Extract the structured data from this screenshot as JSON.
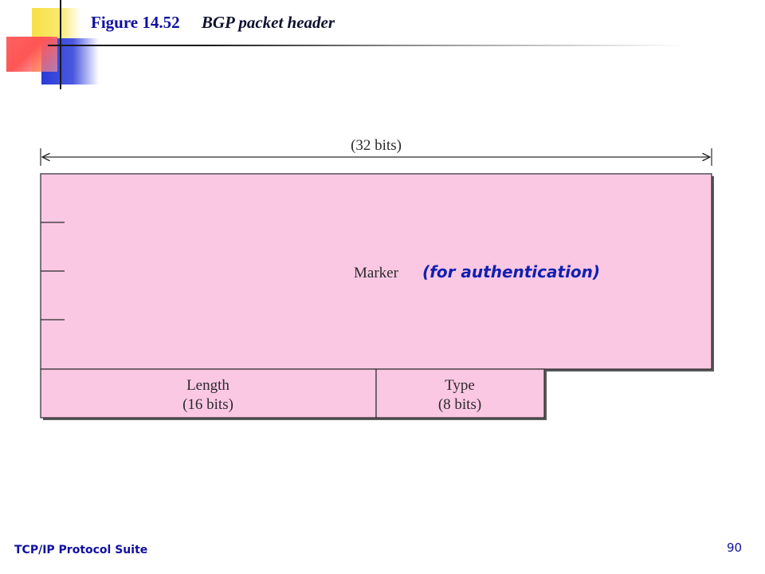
{
  "slide": {
    "figure_number": "Figure 14.52",
    "figure_caption": "BGP packet header",
    "footer_left": "TCP/IP Protocol Suite",
    "page_number": "90"
  },
  "diagram": {
    "width_label": "(32 bits)",
    "marker_label": "Marker",
    "marker_note": "(for authentication)",
    "length_label_line1": "Length",
    "length_label_line2": "(16 bits)",
    "type_label_line1": "Type",
    "type_label_line2": "(8 bits)"
  },
  "colors": {
    "field_fill": "#fbc8e4",
    "outline": "#2a2a2a",
    "title_blue": "#1010a0",
    "note_blue": "#1020b0"
  }
}
